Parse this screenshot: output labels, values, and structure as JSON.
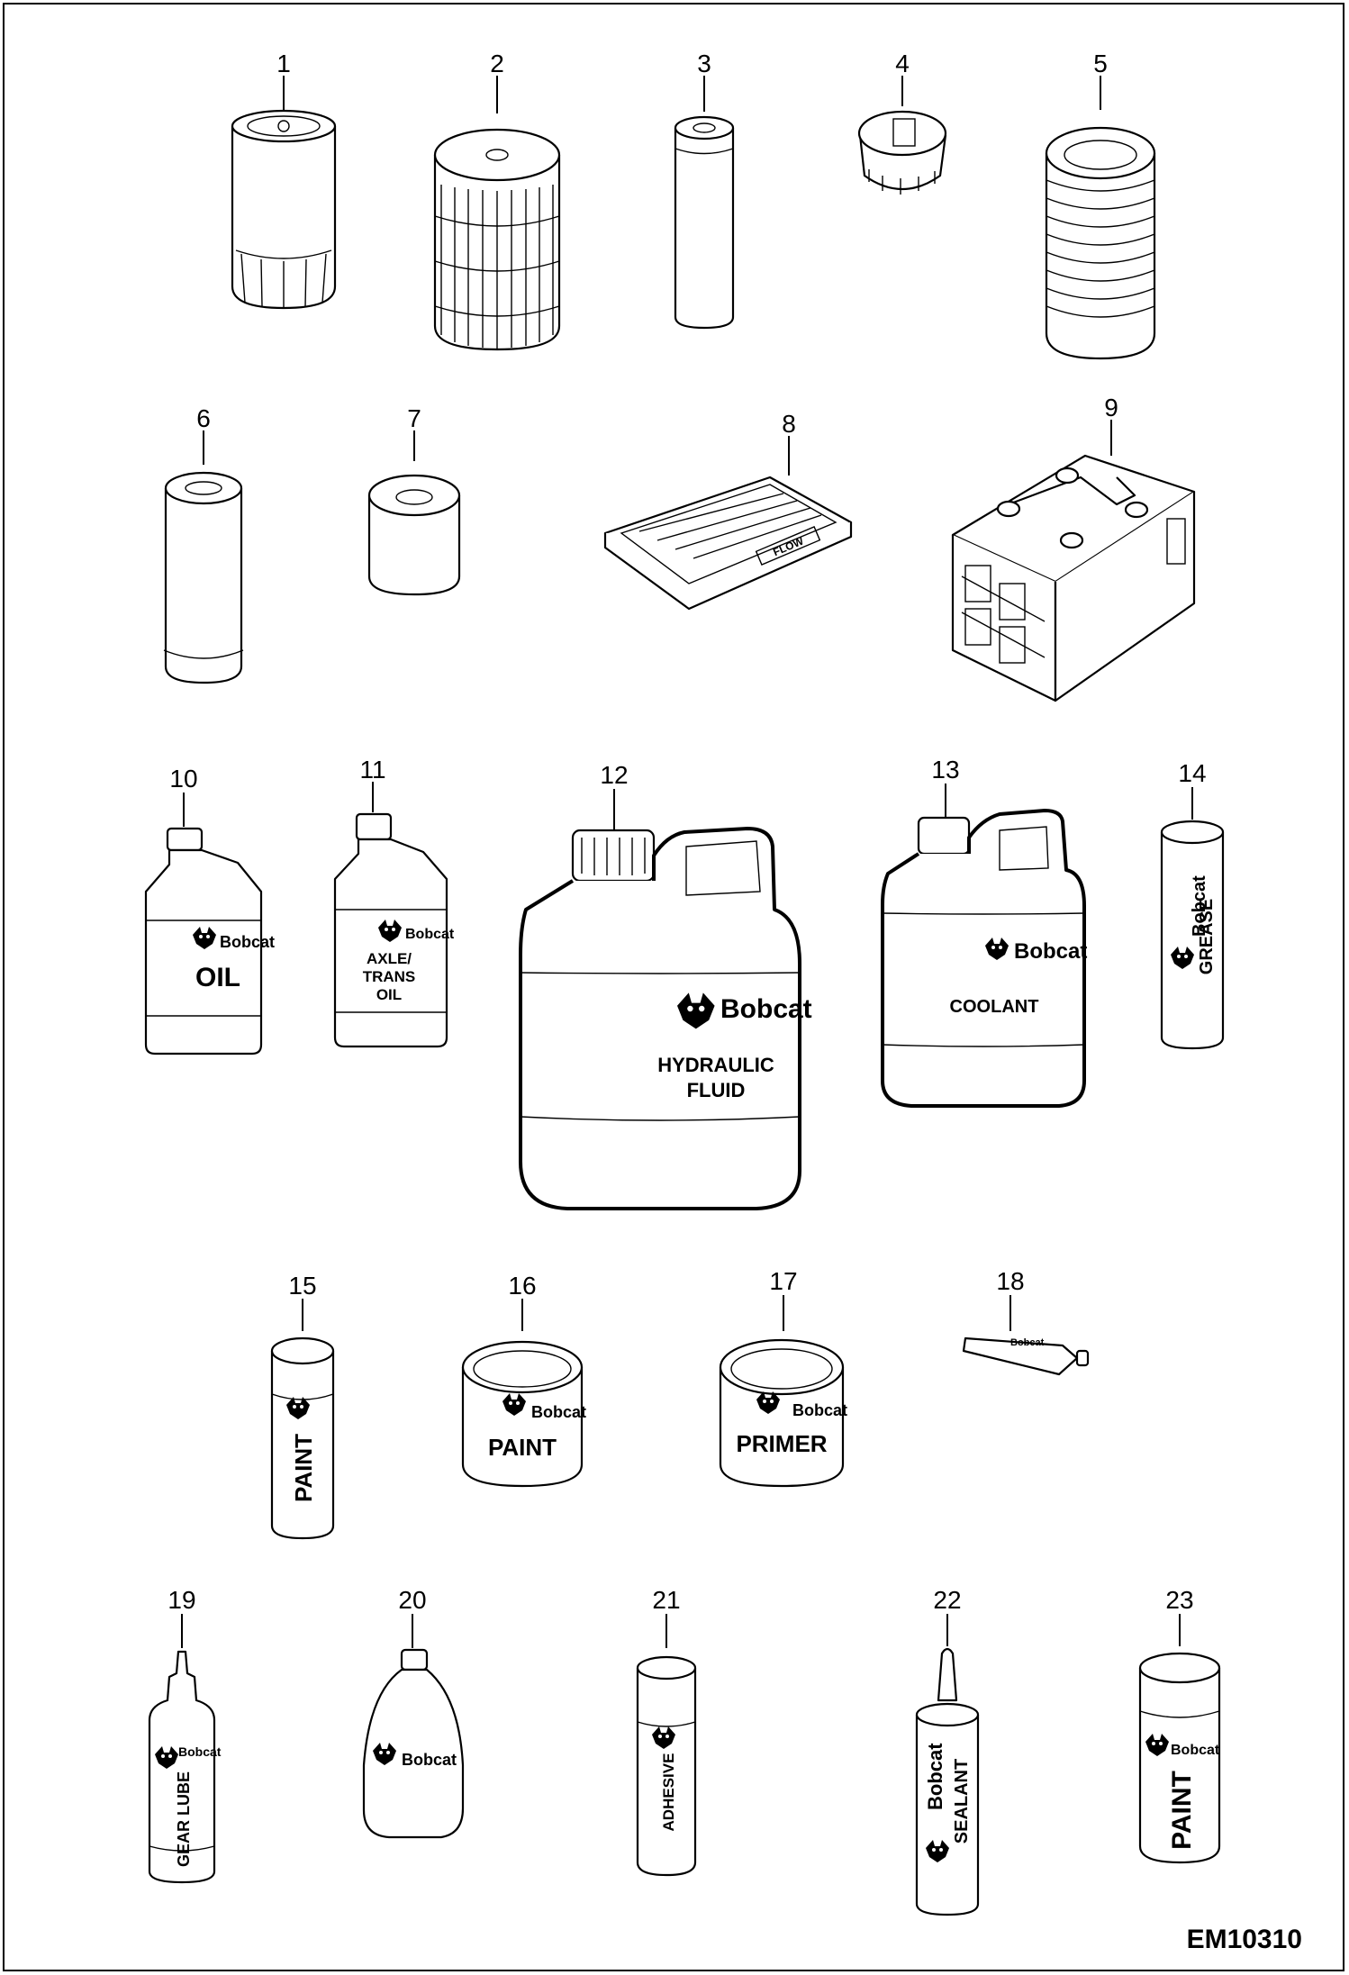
{
  "figure_id": "EM10310",
  "brand_name": "Bobcat",
  "callouts": [
    "1",
    "2",
    "3",
    "4",
    "5",
    "6",
    "7",
    "8",
    "9",
    "10",
    "11",
    "12",
    "13",
    "14",
    "15",
    "16",
    "17",
    "18",
    "19",
    "20",
    "21",
    "22",
    "23"
  ],
  "labels": {
    "flow": "FLOW",
    "oil": "OIL",
    "axle_1": "AXLE/",
    "axle_2": "TRANS",
    "axle_3": "OIL",
    "hyd_1": "HYDRAULIC",
    "hyd_2": "FLUID",
    "coolant": "COOLANT",
    "grease": "GREASE",
    "paint": "PAINT",
    "primer": "PRIMER",
    "gear_lube": "GEAR LUBE",
    "adhesive": "ADHESIVE",
    "sealant": "SEALANT"
  },
  "colors": {
    "line": "#000000",
    "background": "#ffffff"
  },
  "icons": [
    "bobcat-logo-icon"
  ]
}
